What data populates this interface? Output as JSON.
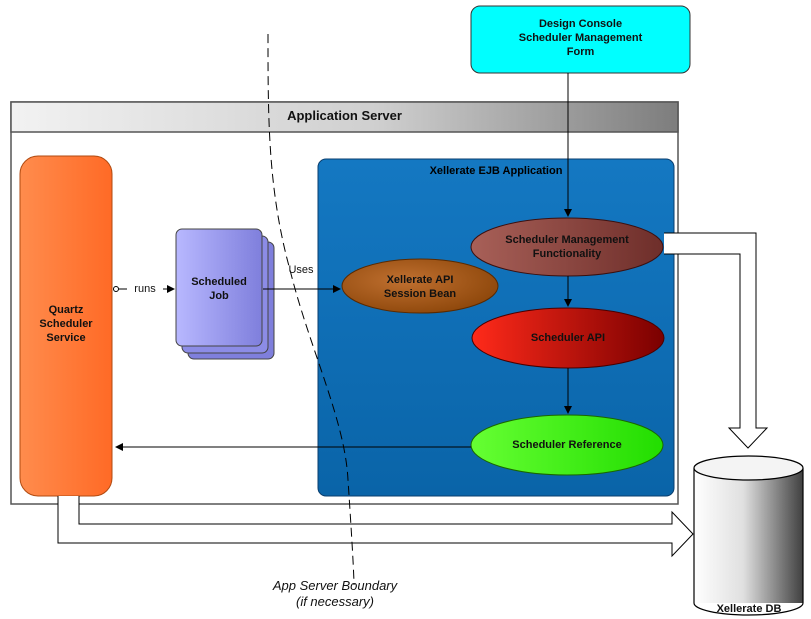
{
  "design_console": {
    "line1": "Design Console",
    "line2": "Scheduler Management",
    "line3": "Form"
  },
  "app_server": {
    "title": "Application Server"
  },
  "ejb_app": {
    "title": "Xellerate EJB Application"
  },
  "quartz": {
    "line1": "Quartz",
    "line2": "Scheduler",
    "line3": "Service"
  },
  "scheduled_job": {
    "line1": "Scheduled",
    "line2": "Job"
  },
  "runs_label": "runs",
  "uses_label": "Uses",
  "api_bean": {
    "line1": "Xellerate API",
    "line2": "Session Bean"
  },
  "sched_mgmt": {
    "line1": "Scheduler Management",
    "line2": "Functionality"
  },
  "sched_api": {
    "label": "Scheduler API"
  },
  "sched_ref": {
    "label": "Scheduler Reference"
  },
  "boundary": {
    "line1": "App Server Boundary",
    "line2": "(if necessary)"
  },
  "db": {
    "label": "Xellerate DB"
  },
  "colors": {
    "design_console": "#00ffff",
    "app_server_header": "#8c8c8c",
    "ejb_app": "#0a6fb8",
    "quartz": "#ff7a33",
    "scheduled_job": "#8f8fe6",
    "api_bean": "#a0520f",
    "sched_mgmt": "#7a3a36",
    "sched_api": "#e01010",
    "sched_ref": "#40ff10"
  }
}
